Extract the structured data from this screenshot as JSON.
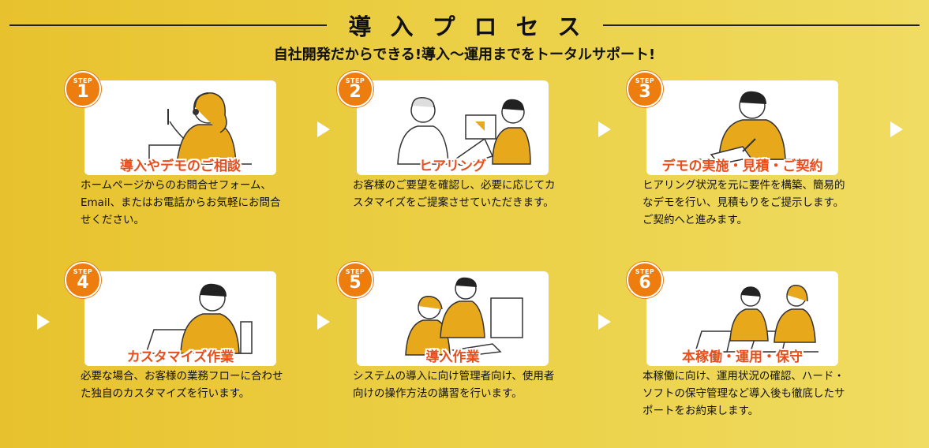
{
  "header": {
    "title": "導入プロセス",
    "subtitle": "自社開発だからできる!導入〜運用までをトータルサポート!"
  },
  "steps": [
    {
      "badge": "STEP",
      "number": "1",
      "title": "導入やデモのご相談",
      "description": "ホームページからのお問合せフォーム、Email、またはお電話からお気軽にお問合せください。"
    },
    {
      "badge": "STEP",
      "number": "2",
      "title": "ヒアリング",
      "description": "お客様のご要望を確認し、必要に応じてカスタマイズをご提案させていただきます。"
    },
    {
      "badge": "STEP",
      "number": "3",
      "title": "デモの実施・見積・ご契約",
      "description": "ヒアリング状況を元に要件を構築、簡易的なデモを行い、見積もりをご提示します。ご契約へと進みます。"
    },
    {
      "badge": "STEP",
      "number": "4",
      "title": "カスタマイズ作業",
      "description": "必要な場合、お客様の業務フローに合わせた独自のカスタマイズを行います。"
    },
    {
      "badge": "STEP",
      "number": "5",
      "title": "導入作業",
      "description": "システムの導入に向け管理者向け、使用者向けの操作方法の講習を行います。"
    },
    {
      "badge": "STEP",
      "number": "6",
      "title": "本稼働・運用・保守",
      "description": "本稼働に向け、運用状況の確認、ハード・ソフトの保守管理など導入後も徹底したサポートをお約束します。"
    }
  ],
  "colors": {
    "badge": "#ee7d10",
    "step_title": "#e84e1b",
    "background": "#ecd24a",
    "suit": "#e8a81c"
  },
  "icons": [
    "headset-operator-icon",
    "meeting-icon",
    "contract-signing-icon",
    "laptop-work-icon",
    "training-icon",
    "support-team-icon",
    "next-arrow-icon"
  ]
}
